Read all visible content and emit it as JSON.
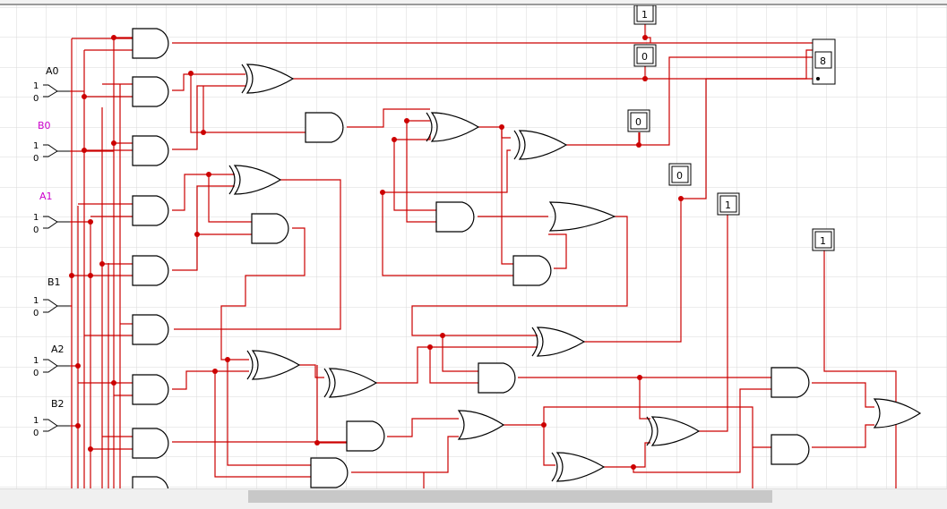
{
  "inputs": [
    {
      "label": "A0",
      "color": "#000000"
    },
    {
      "label": "B0",
      "color": "#cc00cc"
    },
    {
      "label": "A1",
      "color": "#cc00cc"
    },
    {
      "label": "B1",
      "color": "#000000"
    },
    {
      "label": "A2",
      "color": "#000000"
    },
    {
      "label": "B2",
      "color": "#000000"
    }
  ],
  "switch_labels": {
    "high": "1",
    "low": "0"
  },
  "outputs": [
    "1",
    "0",
    "0",
    "0",
    "1",
    "1"
  ],
  "hex_display": "8",
  "colors": {
    "wire": "#cc0000",
    "junction": "#cc0000",
    "grid": "#d9d9d9",
    "gate": "#000000"
  }
}
